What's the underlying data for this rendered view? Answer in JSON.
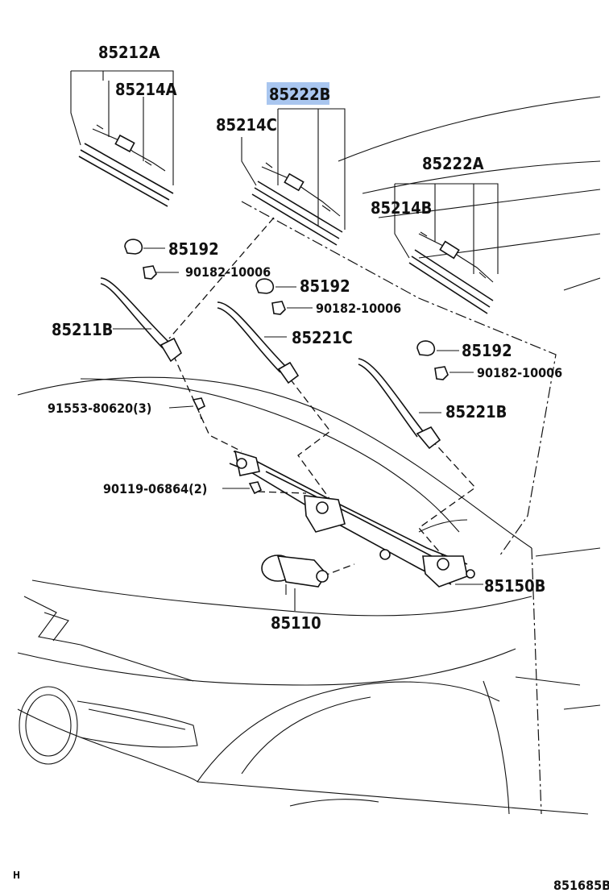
{
  "labels": {
    "p85212A": "85212A",
    "p85214A": "85214A",
    "p85222B": "85222B",
    "p85214C": "85214C",
    "p85222A": "85222A",
    "p85214B": "85214B",
    "p85192_1": "85192",
    "p90182_1": "90182-10006",
    "p85192_2": "85192",
    "p90182_2": "90182-10006",
    "p85211B": "85211B",
    "p85221C": "85221C",
    "p85192_3": "85192",
    "p90182_3": "90182-10006",
    "p91553": "91553-80620(3)",
    "p85221B": "85221B",
    "p90119": "90119-06864(2)",
    "p85150B": "85150B",
    "p85110": "85110",
    "corner_mark": "H",
    "diagram_code": "851685B"
  },
  "highlight": {
    "part": "85222B",
    "color": "#a9c6ef"
  }
}
